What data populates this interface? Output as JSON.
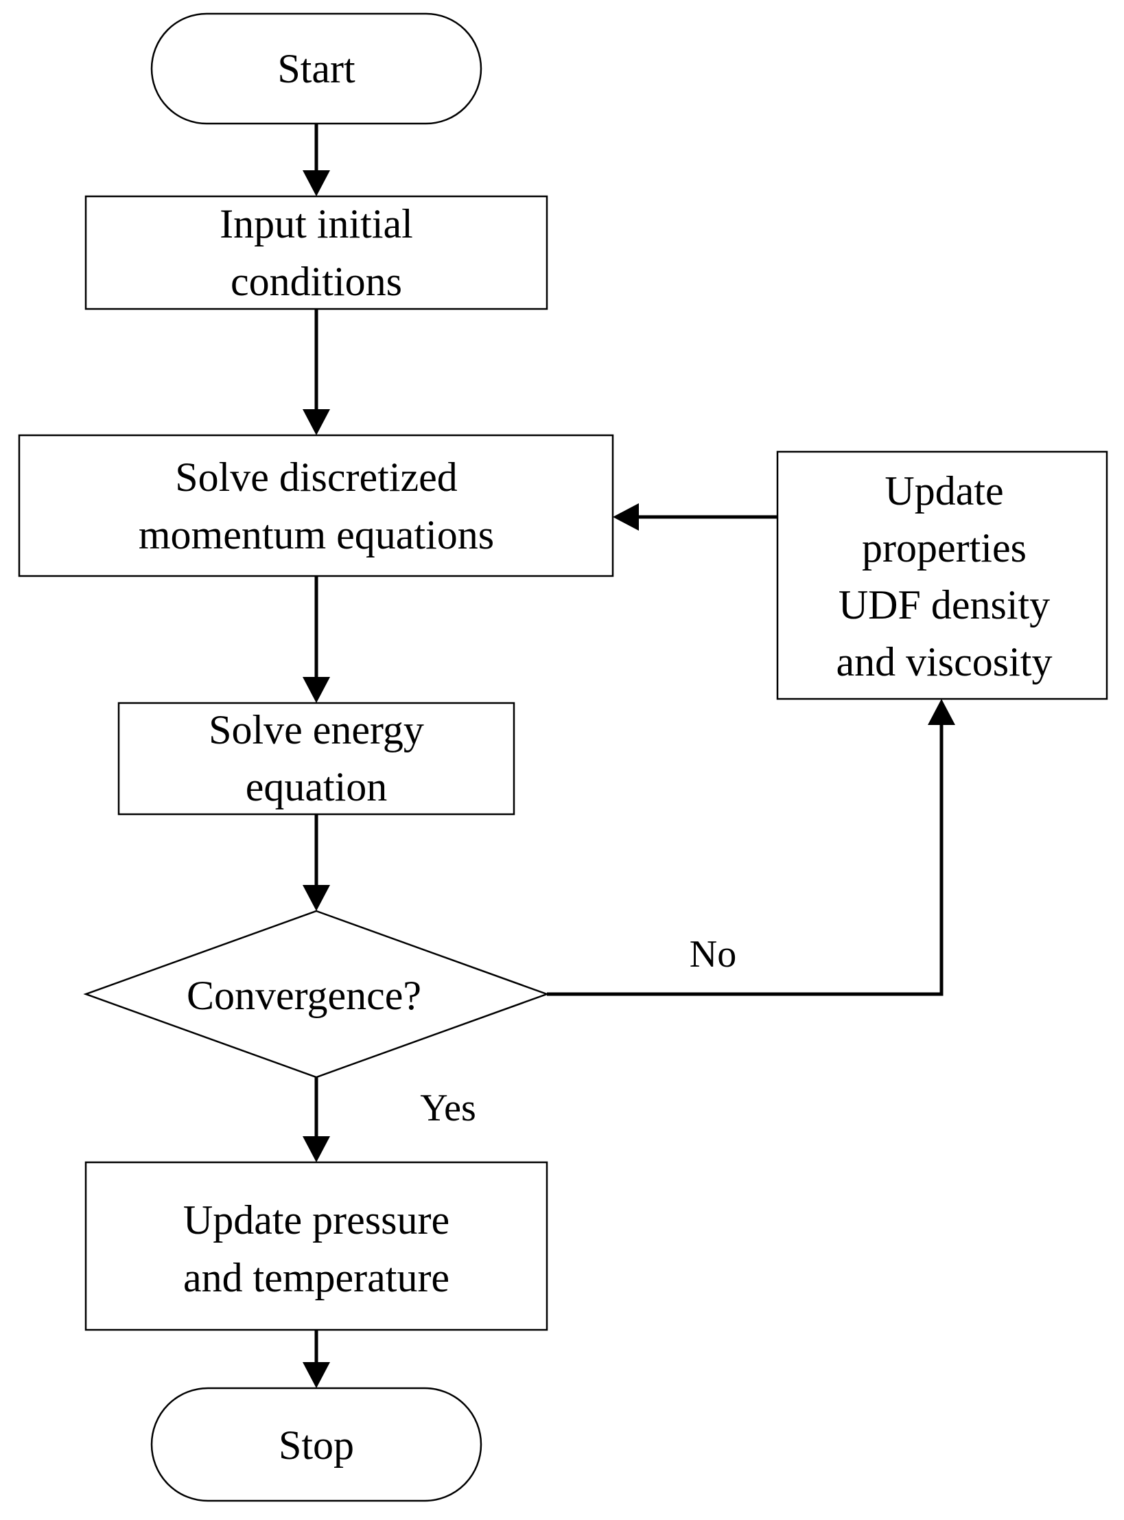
{
  "nodes": {
    "start": {
      "label": "Start"
    },
    "input": {
      "lines": [
        "Input initial",
        "conditions"
      ]
    },
    "momentum": {
      "lines": [
        "Solve discretized",
        "momentum equations"
      ]
    },
    "update_props": {
      "lines": [
        "Update",
        "properties",
        "UDF density",
        "and viscosity"
      ]
    },
    "energy": {
      "lines": [
        "Solve energy",
        "equation"
      ]
    },
    "convergence": {
      "label": "Convergence?"
    },
    "update_pt": {
      "lines": [
        "Update pressure",
        "and temperature"
      ]
    },
    "stop": {
      "label": "Stop"
    }
  },
  "edges": {
    "no_label": "No",
    "yes_label": "Yes"
  }
}
